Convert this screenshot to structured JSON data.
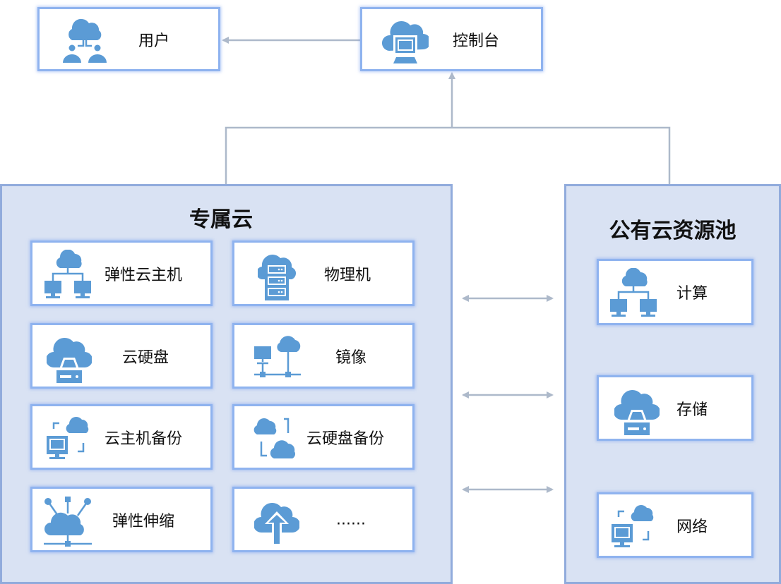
{
  "top_nodes": {
    "user": {
      "label": "用户",
      "icon": "cloud-users-icon"
    },
    "console": {
      "label": "控制台",
      "icon": "cloud-monitor-icon"
    }
  },
  "dedicated_cloud": {
    "title": "专属云",
    "items": [
      {
        "label": "弹性云主机",
        "icon": "cloud-hosts-icon"
      },
      {
        "label": "物理机",
        "icon": "cloud-server-rack-icon"
      },
      {
        "label": "云硬盘",
        "icon": "cloud-disk-icon"
      },
      {
        "label": "镜像",
        "icon": "image-network-icon"
      },
      {
        "label": "云主机备份",
        "icon": "host-backup-icon"
      },
      {
        "label": "云硬盘备份",
        "icon": "disk-backup-icon"
      },
      {
        "label": "弹性伸缩",
        "icon": "auto-scaling-icon"
      },
      {
        "label": "......",
        "icon": "cloud-upload-icon"
      }
    ]
  },
  "public_pool": {
    "title": "公有云资源池",
    "items": [
      {
        "label": "计算",
        "icon": "cloud-hosts-icon"
      },
      {
        "label": "存储",
        "icon": "cloud-disk-icon"
      },
      {
        "label": "网络",
        "icon": "host-backup-icon"
      }
    ]
  },
  "colors": {
    "icon": "#5b9bd5",
    "card_border": "#8fb3ef",
    "group_fill": "#d9e2f3",
    "group_border": "#91abdc",
    "connector": "#adb9ca"
  }
}
